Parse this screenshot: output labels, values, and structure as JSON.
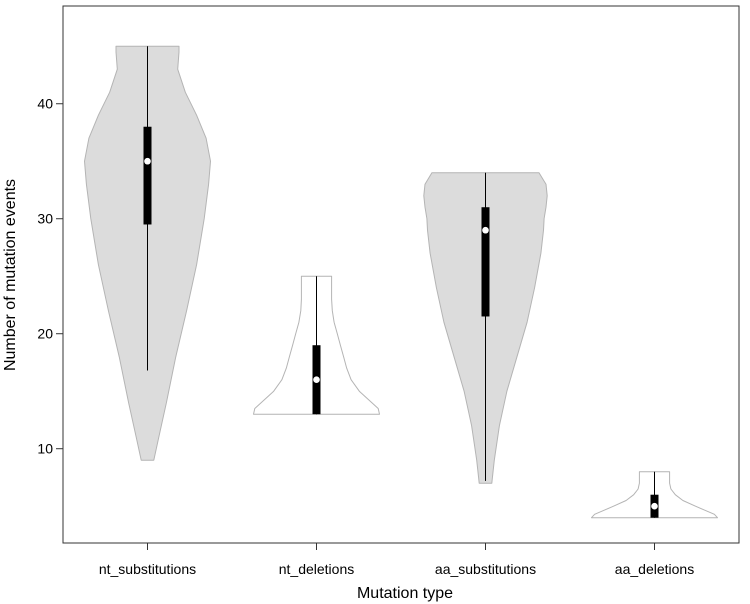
{
  "chart_data": {
    "type": "violin",
    "title": "",
    "xlabel": "Mutation type",
    "ylabel": "Number of mutation events",
    "ylim": [
      1.8,
      48.5
    ],
    "yticks": [
      10,
      20,
      30,
      40
    ],
    "grid": false,
    "legend": "none",
    "categories": [
      "nt_substitutions",
      "nt_deletions",
      "aa_substitutions",
      "aa_deletions"
    ],
    "violins": [
      {
        "category": "nt_substitutions",
        "fill": "#dcdcdc",
        "min": 9,
        "max": 45,
        "q1": 29.5,
        "median": 35,
        "q3": 38,
        "whisker_low": 16.8,
        "whisker_high": 45,
        "density": [
          [
            9,
            0.1
          ],
          [
            11,
            0.18
          ],
          [
            14,
            0.3
          ],
          [
            18,
            0.45
          ],
          [
            22,
            0.62
          ],
          [
            26,
            0.78
          ],
          [
            30,
            0.9
          ],
          [
            33,
            0.97
          ],
          [
            35,
            1.0
          ],
          [
            37,
            0.93
          ],
          [
            39,
            0.78
          ],
          [
            41,
            0.6
          ],
          [
            43,
            0.48
          ],
          [
            44.5,
            0.5
          ],
          [
            45,
            0.5
          ]
        ]
      },
      {
        "category": "nt_deletions",
        "fill": "#ffffff",
        "min": 13,
        "max": 25,
        "q1": 13,
        "median": 16,
        "q3": 19,
        "whisker_low": 13,
        "whisker_high": 25,
        "density": [
          [
            13,
            1.0
          ],
          [
            13.5,
            0.98
          ],
          [
            14,
            0.88
          ],
          [
            15,
            0.68
          ],
          [
            16,
            0.55
          ],
          [
            17,
            0.48
          ],
          [
            18,
            0.43
          ],
          [
            19,
            0.38
          ],
          [
            20,
            0.33
          ],
          [
            21,
            0.28
          ],
          [
            22,
            0.25
          ],
          [
            23,
            0.24
          ],
          [
            24,
            0.24
          ],
          [
            25,
            0.24
          ]
        ]
      },
      {
        "category": "aa_substitutions",
        "fill": "#dcdcdc",
        "min": 7,
        "max": 34,
        "q1": 21.5,
        "median": 29,
        "q3": 31,
        "whisker_low": 7.2,
        "whisker_high": 34,
        "density": [
          [
            7,
            0.1
          ],
          [
            9,
            0.14
          ],
          [
            12,
            0.22
          ],
          [
            15,
            0.34
          ],
          [
            18,
            0.5
          ],
          [
            21,
            0.66
          ],
          [
            24,
            0.78
          ],
          [
            27,
            0.88
          ],
          [
            29,
            0.92
          ],
          [
            30,
            0.93
          ],
          [
            31,
            0.96
          ],
          [
            32,
            0.98
          ],
          [
            33,
            0.96
          ],
          [
            34,
            0.85
          ]
        ]
      },
      {
        "category": "aa_deletions",
        "fill": "#ffffff",
        "min": 4,
        "max": 8,
        "q1": 4,
        "median": 5,
        "q3": 6,
        "whisker_low": 4,
        "whisker_high": 8,
        "density": [
          [
            4,
            1.0
          ],
          [
            4.3,
            0.95
          ],
          [
            4.7,
            0.78
          ],
          [
            5,
            0.65
          ],
          [
            5.5,
            0.45
          ],
          [
            6,
            0.33
          ],
          [
            6.5,
            0.26
          ],
          [
            7,
            0.24
          ],
          [
            7.5,
            0.24
          ],
          [
            8,
            0.24
          ]
        ]
      }
    ]
  }
}
